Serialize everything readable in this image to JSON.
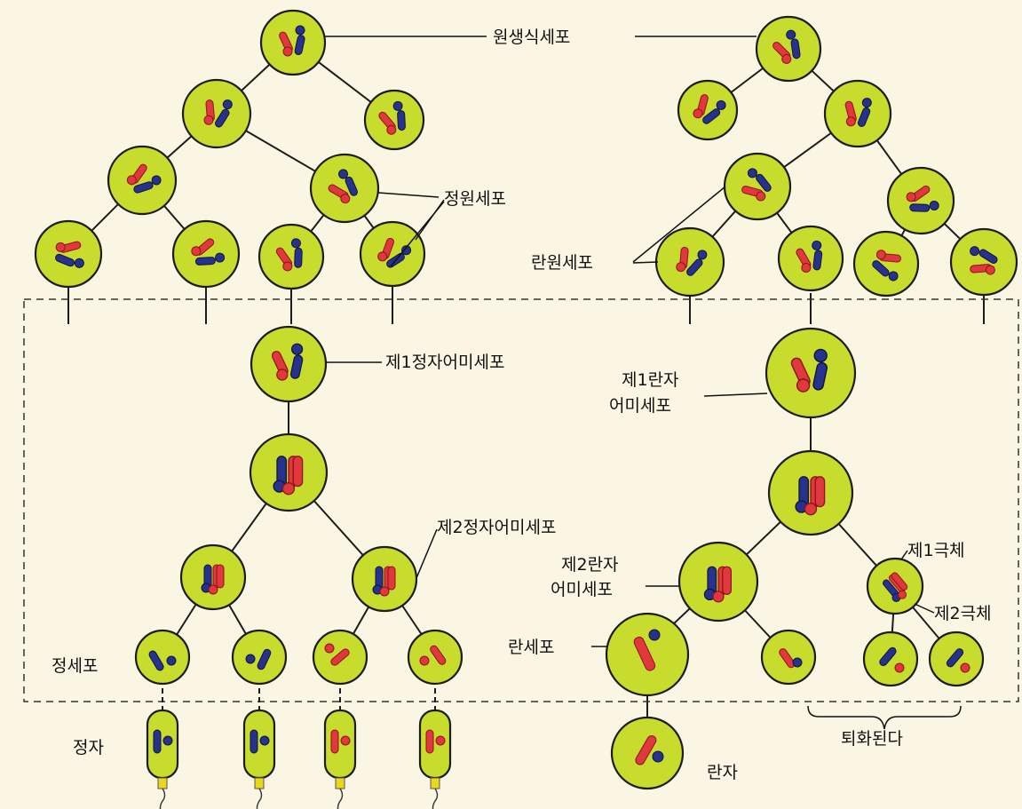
{
  "labels": {
    "primordial_germ_cell": "원생식세포",
    "spermatogonia": "정원세포",
    "oogonia": "란원세포",
    "primary_spermatocyte": "제1정자어미세포",
    "primary_oocyte_line1": "제1란자",
    "primary_oocyte_line2": "어미세포",
    "secondary_spermatocyte": "제2정자어미세포",
    "secondary_oocyte_line1": "제2란자",
    "secondary_oocyte_line2": "어미세포",
    "first_polar_body": "제1극체",
    "second_polar_body": "제2극체",
    "spermatid": "정세포",
    "ootid": "란세포",
    "sperm": "정자",
    "ovum": "란자",
    "degenerate": "퇴화된다"
  },
  "colors": {
    "cell_fill": "#c8dc2e",
    "maternal_chromosome": "#27328c",
    "paternal_chromosome": "#e0383c",
    "background": "#fbf6e3"
  }
}
